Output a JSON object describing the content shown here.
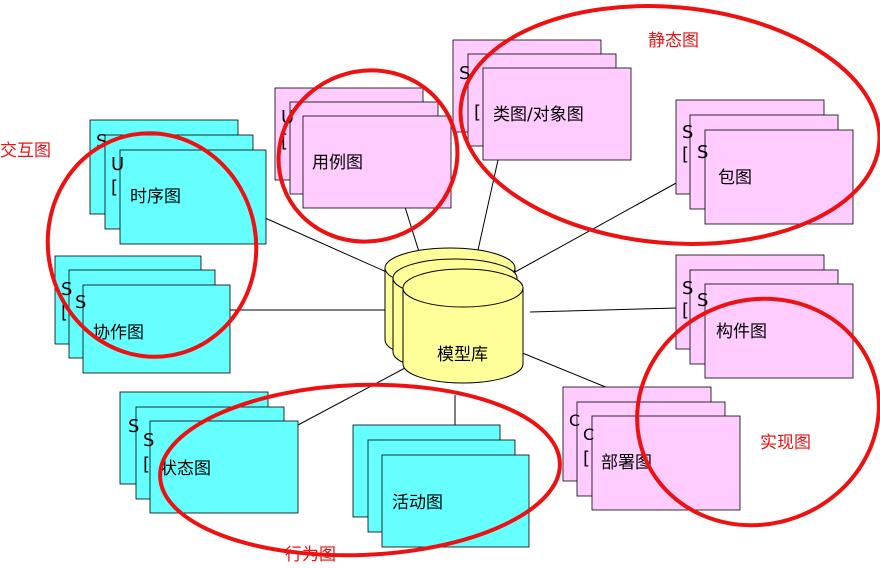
{
  "colors": {
    "cyan": "#66ffff",
    "pink": "#ffccff",
    "cylinder": "#ffff99",
    "circle": "#ee1111",
    "line": "#000000",
    "label_red": "#ee1111"
  },
  "hub": {
    "label": "模型库"
  },
  "diagrams": [
    {
      "id": "sequence",
      "label": "时序图",
      "hidden_text": [
        "S",
        "U",
        "["
      ]
    },
    {
      "id": "usecase",
      "label": "用例图",
      "hidden_text": [
        "U",
        "["
      ]
    },
    {
      "id": "class",
      "label": "类图/对象图",
      "hidden_text": [
        "S",
        "["
      ]
    },
    {
      "id": "package",
      "label": "包图",
      "hidden_text": [
        "S",
        "[",
        "S"
      ]
    },
    {
      "id": "collab",
      "label": "协作图",
      "hidden_text": [
        "S",
        "[",
        "S"
      ]
    },
    {
      "id": "component",
      "label": "构件图",
      "hidden_text": [
        "S",
        "[",
        "S"
      ]
    },
    {
      "id": "statechart",
      "label": "状态图",
      "hidden_text": [
        "S",
        "S",
        "["
      ]
    },
    {
      "id": "activity",
      "label": "活动图",
      "hidden_text": []
    },
    {
      "id": "deployment",
      "label": "部署图",
      "hidden_text": [
        "C",
        "C",
        "["
      ]
    }
  ],
  "groups": [
    {
      "id": "interaction",
      "label": "交互图"
    },
    {
      "id": "static",
      "label": "静态图"
    },
    {
      "id": "implementation",
      "label": "实现图"
    },
    {
      "id": "behavior",
      "label": "行为图"
    }
  ]
}
